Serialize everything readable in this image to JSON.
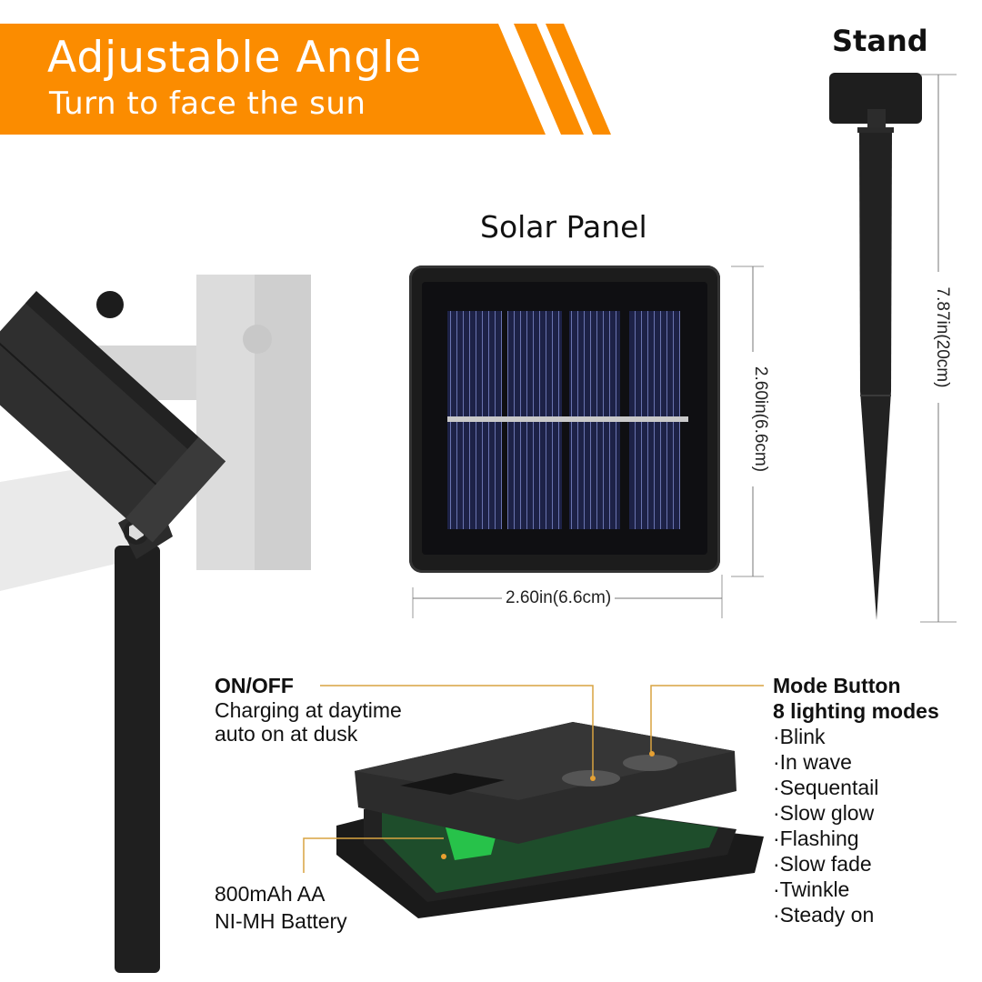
{
  "banner": {
    "title": "Adjustable Angle",
    "subtitle": "Turn to face the sun",
    "color": "#FB8C00"
  },
  "solar_panel": {
    "heading": "Solar Panel",
    "width_label": "2.60in(6.6cm)",
    "height_label": "2.60in(6.6cm)"
  },
  "stand": {
    "heading": "Stand",
    "length_label": "7.87in(20cm)"
  },
  "onoff": {
    "title": "ON/OFF",
    "line1": "Charging at daytime",
    "line2": "auto on at dusk"
  },
  "battery": {
    "line1": "800mAh AA",
    "line2": "NI-MH Battery"
  },
  "mode_button": {
    "title": "Mode Button",
    "subtitle": "8 lighting modes",
    "modes": [
      "·Blink",
      "·In wave",
      "·Sequentail",
      "·Slow glow",
      "·Flashing",
      "·Slow fade",
      "·Twinkle",
      "·Steady on"
    ]
  },
  "colors": {
    "accent": "#FB8C00",
    "callout_line": "#D9A441",
    "product_dark": "#2a2a2a"
  }
}
